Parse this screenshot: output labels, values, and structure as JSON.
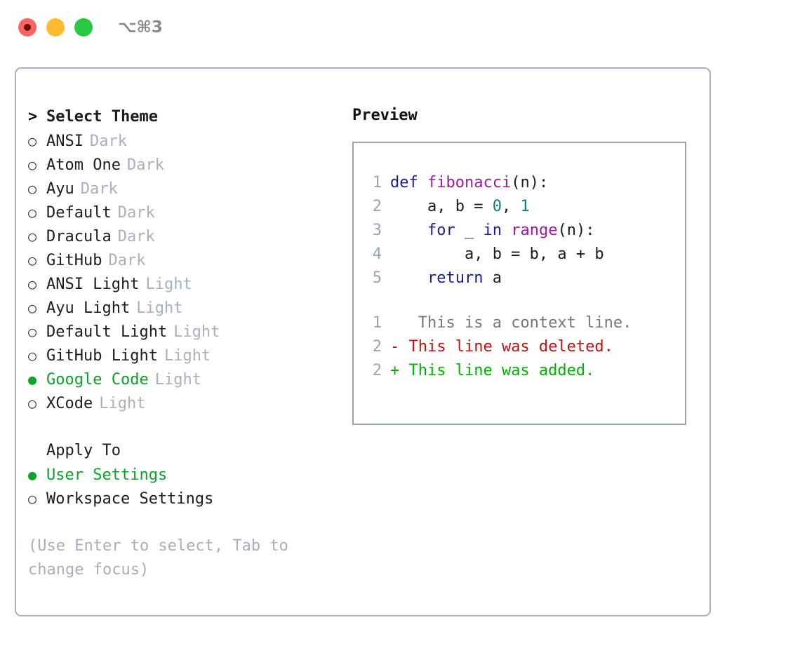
{
  "window": {
    "shortcut_label": "⌥⌘3",
    "traffic_lights": [
      "close",
      "minimize",
      "zoom"
    ]
  },
  "theme_panel": {
    "header_prompt": ">",
    "header_label": "Select Theme",
    "themes": [
      {
        "marker": "○",
        "name": "ANSI",
        "variant": "Dark",
        "selected": false
      },
      {
        "marker": "○",
        "name": "Atom One",
        "variant": "Dark",
        "selected": false
      },
      {
        "marker": "○",
        "name": "Ayu",
        "variant": "Dark",
        "selected": false
      },
      {
        "marker": "○",
        "name": "Default",
        "variant": "Dark",
        "selected": false
      },
      {
        "marker": "○",
        "name": "Dracula",
        "variant": "Dark",
        "selected": false
      },
      {
        "marker": "○",
        "name": "GitHub",
        "variant": "Dark",
        "selected": false
      },
      {
        "marker": "○",
        "name": "ANSI Light",
        "variant": "Light",
        "selected": false
      },
      {
        "marker": "○",
        "name": "Ayu Light",
        "variant": "Light",
        "selected": false
      },
      {
        "marker": "○",
        "name": "Default Light",
        "variant": "Light",
        "selected": false
      },
      {
        "marker": "○",
        "name": "GitHub Light",
        "variant": "Light",
        "selected": false
      },
      {
        "marker": "●",
        "name": "Google Code",
        "variant": "Light",
        "selected": true
      },
      {
        "marker": "○",
        "name": "XCode",
        "variant": "Light",
        "selected": false
      }
    ],
    "apply_to": {
      "heading": "Apply To",
      "options": [
        {
          "marker": "●",
          "name": "User Settings",
          "selected": true
        },
        {
          "marker": "○",
          "name": "Workspace Settings",
          "selected": false
        }
      ]
    },
    "hint": "(Use Enter to select, Tab to change focus)"
  },
  "preview_panel": {
    "title": "Preview",
    "code_lines": [
      {
        "no": "1",
        "tokens": [
          {
            "t": "def ",
            "c": "kw"
          },
          {
            "t": "fibonacci",
            "c": "fn"
          },
          {
            "t": "(n):",
            "c": "punct"
          }
        ]
      },
      {
        "no": "2",
        "tokens": [
          {
            "t": "    a, b = ",
            "c": "plain"
          },
          {
            "t": "0",
            "c": "num"
          },
          {
            "t": ", ",
            "c": "plain"
          },
          {
            "t": "1",
            "c": "num"
          }
        ]
      },
      {
        "no": "3",
        "tokens": [
          {
            "t": "    ",
            "c": "plain"
          },
          {
            "t": "for",
            "c": "kw"
          },
          {
            "t": " _ ",
            "c": "plain"
          },
          {
            "t": "in",
            "c": "kw"
          },
          {
            "t": " ",
            "c": "plain"
          },
          {
            "t": "range",
            "c": "fn"
          },
          {
            "t": "(n):",
            "c": "punct"
          }
        ]
      },
      {
        "no": "4",
        "tokens": [
          {
            "t": "        a, b = b, a + b",
            "c": "plain"
          }
        ]
      },
      {
        "no": "5",
        "tokens": [
          {
            "t": "    ",
            "c": "plain"
          },
          {
            "t": "return",
            "c": "kw"
          },
          {
            "t": " a",
            "c": "plain"
          }
        ]
      }
    ],
    "diff_lines": [
      {
        "no": "1",
        "sign": " ",
        "text": "  This is a context line.",
        "kind": "ctx"
      },
      {
        "no": "2",
        "sign": "-",
        "text": " This line was deleted.",
        "kind": "del"
      },
      {
        "no": "2",
        "sign": "+",
        "text": " This line was added.",
        "kind": "add"
      }
    ]
  },
  "colors": {
    "accent_green": "#0ba32a",
    "diff_added": "#00b200",
    "diff_deleted": "#c01414",
    "muted": "#a8b0bf",
    "border": "#a7b0c0",
    "keyword": "#1a1a99",
    "function": "#9c1a9c",
    "number": "#0e7c7b",
    "traffic_close": "#f9655f",
    "traffic_minimize": "#fcbc2e",
    "traffic_zoom": "#28c840"
  }
}
